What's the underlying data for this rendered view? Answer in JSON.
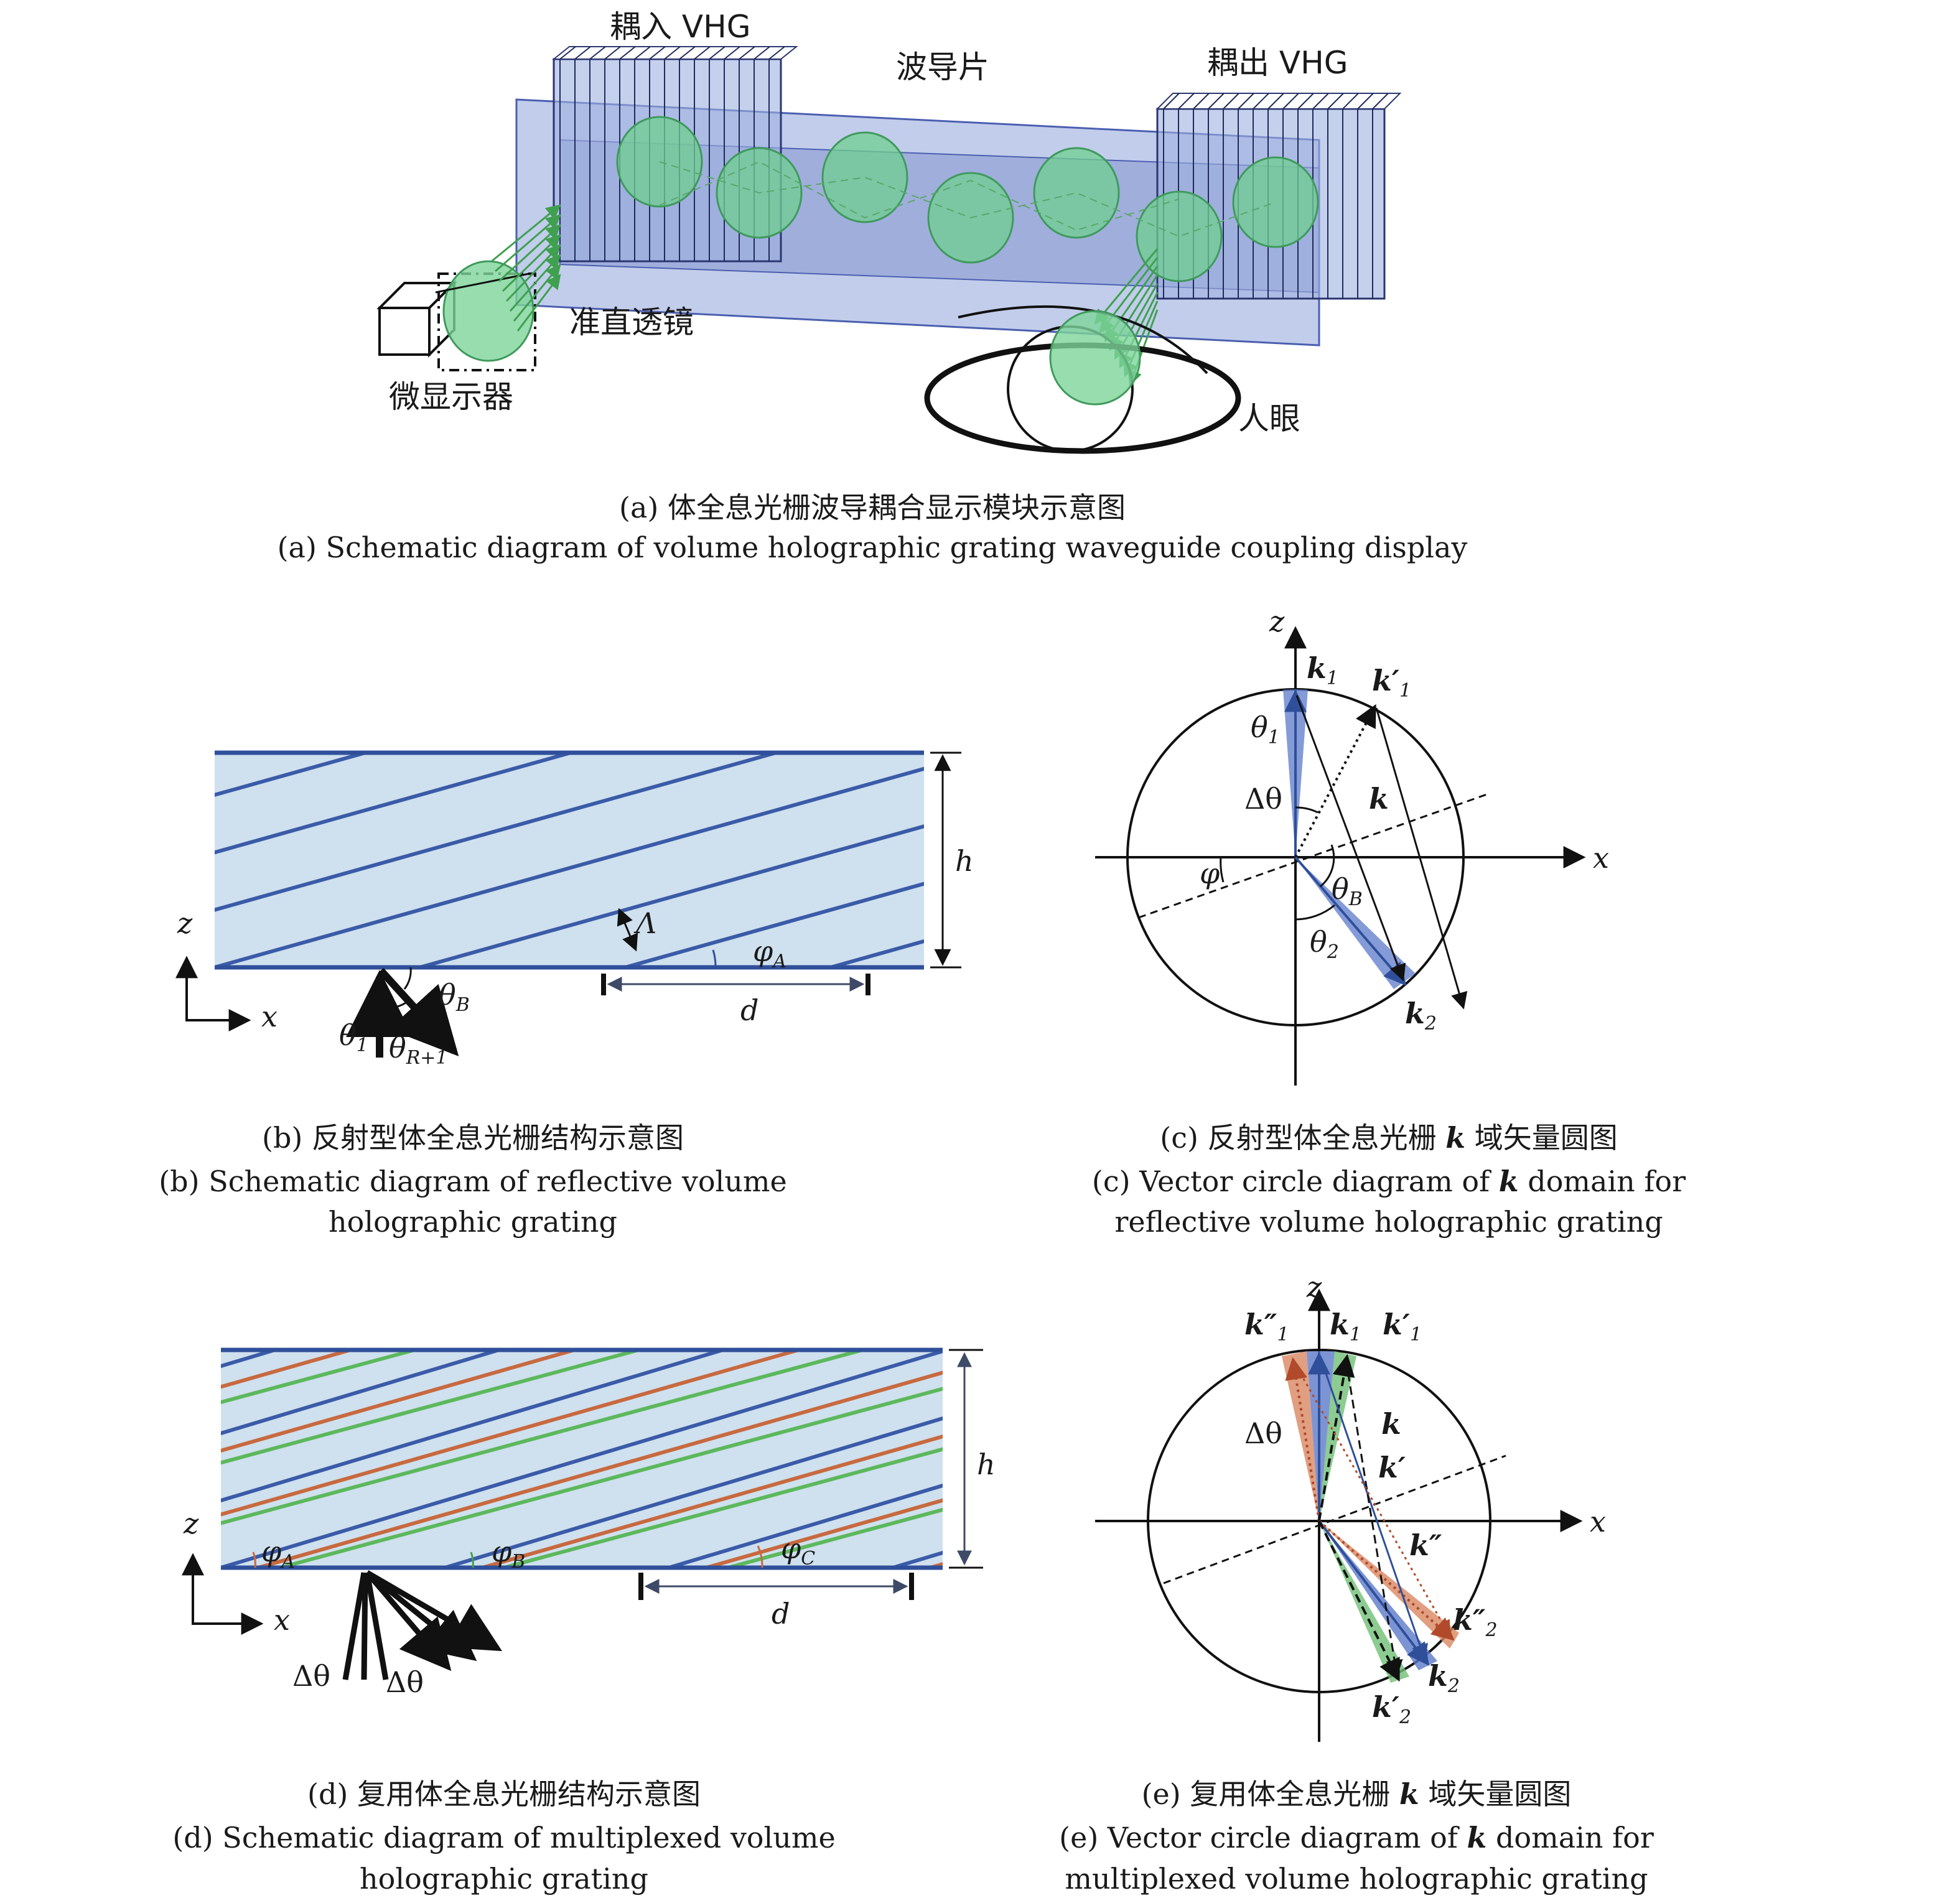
{
  "panel_a": {
    "label_coupling_in": "耦入 VHG",
    "label_waveguide": "波导片",
    "label_coupling_out": "耦出 VHG",
    "label_lens": "准直透镜",
    "label_microdisplay": "微显示器",
    "label_eye": "人眼",
    "caption_cn": "(a) 体全息光栅波导耦合显示模块示意图",
    "caption_en": "(a) Schematic diagram of volume holographic grating waveguide coupling display"
  },
  "panel_b": {
    "h": "h",
    "z": "z",
    "x": "x",
    "Lambda": "Λ",
    "phi": "φ",
    "phi_sub": "A",
    "theta_B": "θ",
    "theta_B_sub": "B",
    "theta_1": "θ",
    "theta_1_sub": "1",
    "theta_R": "θ",
    "theta_R_sub": "R+1",
    "d": "d",
    "caption_cn": "(b) 反射型体全息光栅结构示意图",
    "caption_en_1": "(b) Schematic diagram of reflective volume",
    "caption_en_2": "holographic grating"
  },
  "panel_c": {
    "z": "z",
    "x": "x",
    "k1": "k",
    "k1_sub": "1",
    "k1p": "k′",
    "k1p_sub": "1",
    "theta1": "θ",
    "theta1_sub": "1",
    "dtheta": "Δθ",
    "k": "k",
    "phi": "φ",
    "thetaB": "θ",
    "thetaB_sub": "B",
    "theta2": "θ",
    "theta2_sub": "2",
    "k2": "k",
    "k2_sub": "2",
    "caption_cn_pre": "(c) 反射型体全息光栅 ",
    "caption_cn_k": "k",
    "caption_cn_post": " 域矢量圆图",
    "caption_en_pre": "(c) Vector circle diagram of ",
    "caption_en_k": "k",
    "caption_en_post": " domain for",
    "caption_en_2": "reflective volume holographic grating"
  },
  "panel_d": {
    "h": "h",
    "z": "z",
    "x": "x",
    "phiA": "φ",
    "phiA_sub": "A",
    "phiB": "φ",
    "phiB_sub": "B",
    "phiC": "φ",
    "phiC_sub": "C",
    "d": "d",
    "dtheta1": "Δθ",
    "dtheta2": "Δθ",
    "caption_cn": "(d) 复用体全息光栅结构示意图",
    "caption_en_1": "(d) Schematic diagram of multiplexed volume",
    "caption_en_2": "holographic grating"
  },
  "panel_e": {
    "z": "z",
    "x": "x",
    "k1pp": "k″",
    "k1pp_sub": "1",
    "k1": "k",
    "k1_sub": "1",
    "k1p": "k′",
    "k1p_sub": "1",
    "dtheta": "Δθ",
    "k": "k",
    "kp": "k′",
    "kpp": "k″",
    "k2pp": "k″",
    "k2pp_sub": "2",
    "k2": "k",
    "k2_sub": "2",
    "k2p": "k′",
    "k2p_sub": "2",
    "caption_cn_pre": "(e) 复用体全息光栅 ",
    "caption_cn_k": "k",
    "caption_cn_post": " 域矢量圆图",
    "caption_en_pre": "(e) Vector circle diagram of ",
    "caption_en_k": "k",
    "caption_en_post": " domain for",
    "caption_en_2": "multiplexed volume holographic grating"
  },
  "colors": {
    "waveguide": "#9aa9d8",
    "grating_fill": "#cfe0ee",
    "blue_line": "#3a5ba8",
    "green": "#5cb85c",
    "orange": "#c8693f",
    "beam_green": "#7ccf95"
  }
}
